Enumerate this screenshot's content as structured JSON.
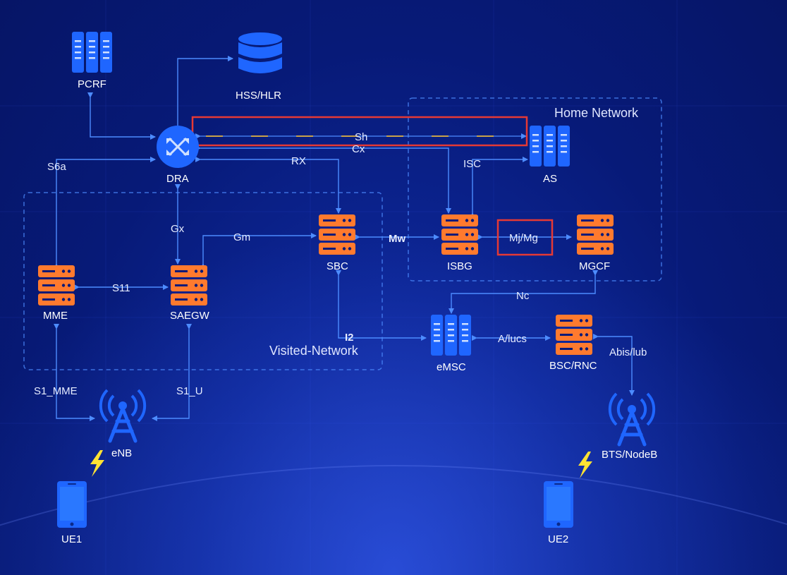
{
  "colors": {
    "link": "#4d8cff",
    "server_orange": "#ff7a2e",
    "server_blue": "#1f66ff",
    "highlight_box": "#e53935",
    "lightning": "#ffe234",
    "sh_dash": "#c8a24a"
  },
  "regions": {
    "home": "Home Network",
    "visited": "Visited-Network"
  },
  "nodes": {
    "pcrf": {
      "label": "PCRF",
      "icon": "server-blue-icon"
    },
    "hss": {
      "label": "HSS/HLR",
      "icon": "database-icon"
    },
    "dra": {
      "label": "DRA",
      "icon": "router-icon"
    },
    "as": {
      "label": "AS",
      "icon": "server-blue-icon"
    },
    "sbc": {
      "label": "SBC",
      "icon": "server-orange-icon"
    },
    "isbg": {
      "label": "ISBG",
      "icon": "server-orange-icon"
    },
    "mgcf": {
      "label": "MGCF",
      "icon": "server-orange-icon"
    },
    "mme": {
      "label": "MME",
      "icon": "server-orange-icon"
    },
    "saegw": {
      "label": "SAEGW",
      "icon": "server-orange-icon"
    },
    "emsc": {
      "label": "eMSC",
      "icon": "server-blue-icon"
    },
    "bsc": {
      "label": "BSC/RNC",
      "icon": "server-orange-icon"
    },
    "enb": {
      "label": "eNB",
      "icon": "antenna-icon"
    },
    "bts": {
      "label": "BTS/NodeB",
      "icon": "antenna-icon"
    },
    "ue1": {
      "label": "UE1",
      "icon": "phone-icon"
    },
    "ue2": {
      "label": "UE2",
      "icon": "phone-icon"
    }
  },
  "links": {
    "sh": "Sh",
    "cx": "Cx",
    "rx": "RX",
    "isc": "ISC",
    "s6a": "S6a",
    "gx": "Gx",
    "gm": "Gm",
    "mw": "Mw",
    "mjmg": "Mj/Mg",
    "s11": "S11",
    "nc": "Nc",
    "i2": "I2",
    "alucs": "A/lucs",
    "abis": "Abis/lub",
    "s1mme": "S1_MME",
    "s1u": "S1_U"
  }
}
